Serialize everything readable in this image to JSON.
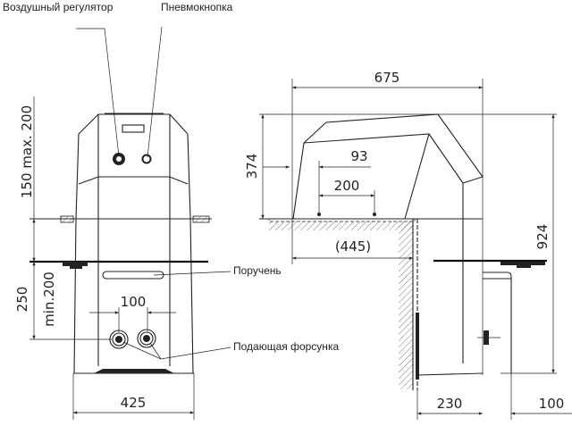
{
  "labels": {
    "air_regulator": "Воздушный регулятор",
    "pneumo_button": "Пневмокнопка",
    "handrail": "Поручень",
    "supply_nozzle": "Подающая форсунка"
  },
  "dimensions": {
    "front_top_height": "150 max. 200",
    "front_nozzle_height": "250",
    "front_nozzle_min": "min.200",
    "nozzle_spacing": "100",
    "front_width": "425",
    "side_length": "675",
    "side_top_height": "374",
    "side_93": "93",
    "side_200": "200",
    "side_445": "(445)",
    "side_total_height": "924",
    "side_230": "230",
    "side_100": "100"
  },
  "colors": {
    "line": "#222222",
    "background": "#ffffff"
  }
}
